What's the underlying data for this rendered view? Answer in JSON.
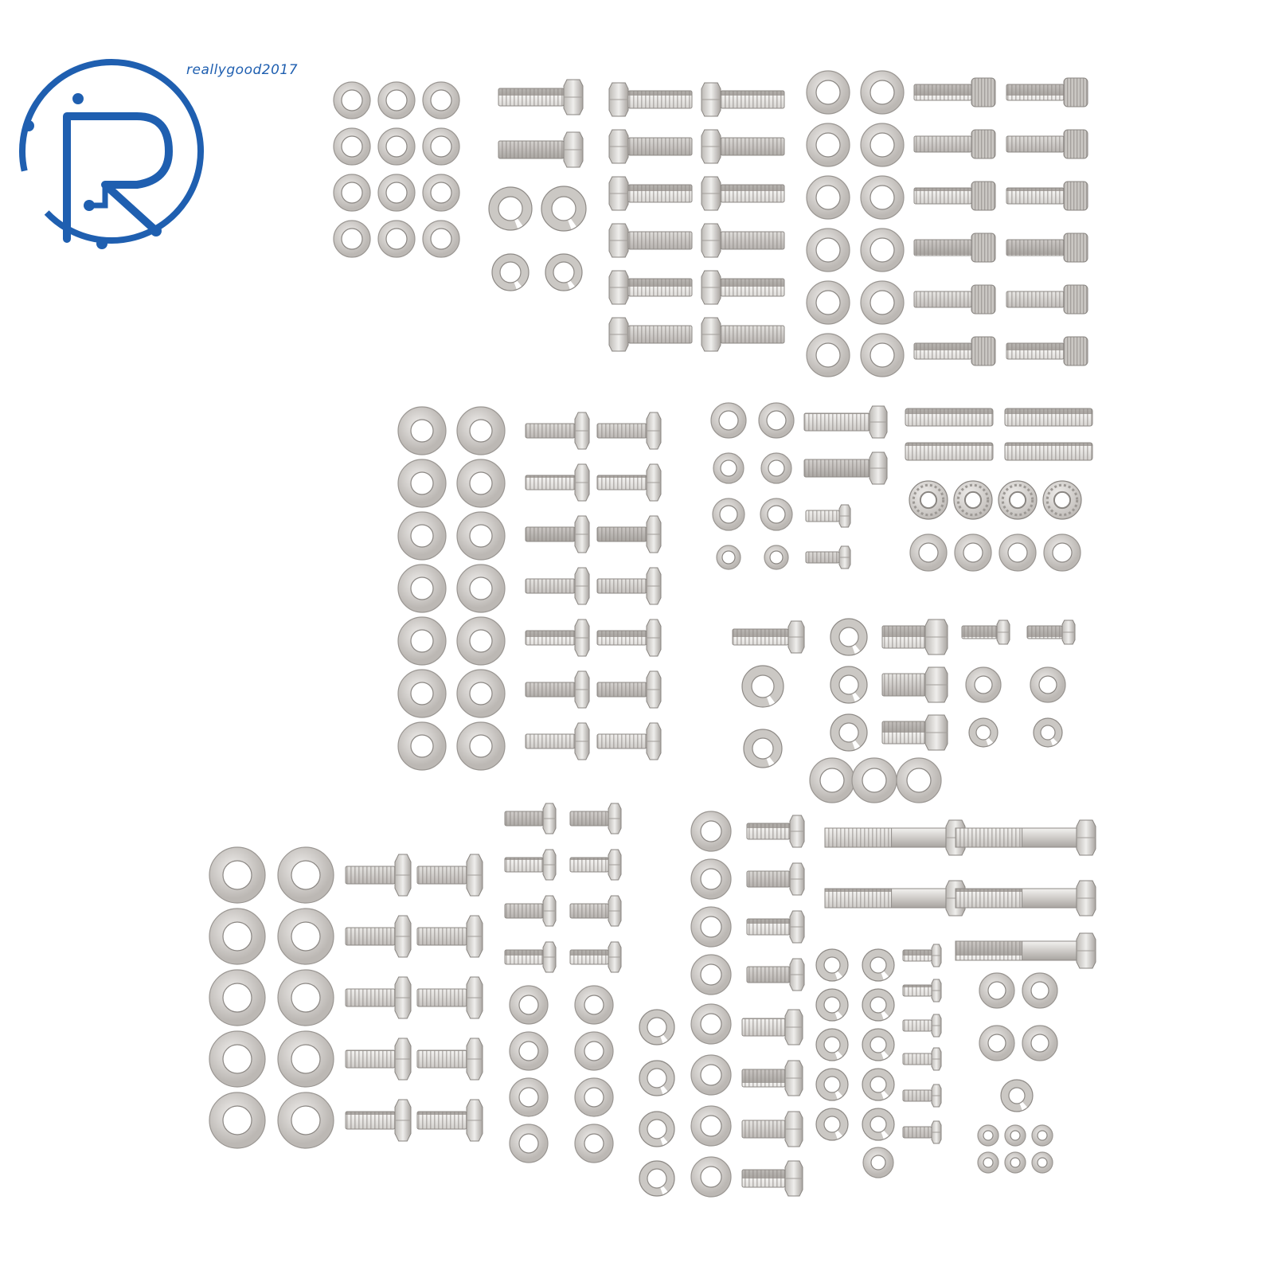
{
  "brand": {
    "watermark_text": "reallygood2017",
    "logo_letter": "R",
    "logo_color": "#1f5fb0"
  },
  "palette": {
    "metal_light": "#e8e6e4",
    "metal_mid": "#c9c6c3",
    "metal_dark": "#9f9b97",
    "outline": "#8e8a86",
    "background": "#ffffff"
  },
  "hardware_groups": [
    {
      "name": "flat-washers-small",
      "type": "washer",
      "count": 12
    },
    {
      "name": "hex-bolts-short",
      "type": "hex-bolt",
      "count": 2
    },
    {
      "name": "split-lock-washers",
      "type": "lock-washer",
      "count": 4
    },
    {
      "name": "hex-bolts-long",
      "type": "hex-bolt",
      "count": 12
    },
    {
      "name": "flat-washers-medium",
      "type": "washer",
      "count": 12
    },
    {
      "name": "socket-cap-screws",
      "type": "socket-cap-screw",
      "count": 12
    },
    {
      "name": "large-flat-washers",
      "type": "washer",
      "count": 14
    },
    {
      "name": "hex-bolts-medium",
      "type": "hex-bolt",
      "count": 14
    },
    {
      "name": "threaded-rods",
      "type": "threaded-rod",
      "count": 4
    },
    {
      "name": "flange-nuts",
      "type": "flange-nut",
      "count": 4
    },
    {
      "name": "hex-bolts-heavy",
      "type": "hex-bolt",
      "count": 3
    },
    {
      "name": "partial-thread-bolts",
      "type": "hex-bolt",
      "count": 5
    }
  ]
}
